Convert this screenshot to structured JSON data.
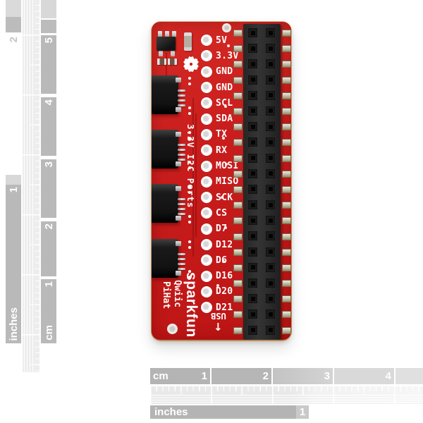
{
  "board": {
    "silkscreen": {
      "pins": [
        "5V",
        "3.3V",
        "GND",
        "GND",
        "SCL",
        "SDA",
        "TX",
        "RX",
        "MOSI",
        "MISO",
        "SCK",
        "CS",
        "D7",
        "D12",
        "D6",
        "D16",
        "D20",
        "D21"
      ],
      "ports_label": "3.3V I2C Ports",
      "brand": "sparkfun",
      "name_line1": "Qwiic",
      "name_line2": "PiHat",
      "usb_label": "USB",
      "usb_arrow": "↓"
    },
    "header": {
      "rows": 20,
      "cols": 2
    },
    "qwiic_connector_count": 4,
    "colors": {
      "pcb_red": "#c91d1d",
      "silkscreen_white": "#ffffff",
      "connector_black": "#1a1a1a",
      "pcb_edge_tan": "#c79d66",
      "pad_gold": "#bcb4a0"
    }
  },
  "rulers": {
    "left": {
      "inch": {
        "label": "inches",
        "numbers": [
          "2",
          "1"
        ]
      },
      "cm": {
        "label": "cm",
        "numbers": [
          "5",
          "4",
          "3",
          "2",
          "1"
        ]
      }
    },
    "bottom": {
      "cm": {
        "label": "cm",
        "numbers": [
          "1",
          "2",
          "3",
          "4"
        ]
      },
      "inch": {
        "label": "inches",
        "numbers": [
          "1"
        ]
      }
    }
  }
}
